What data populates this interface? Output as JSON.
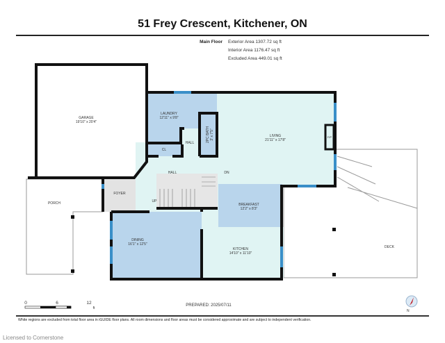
{
  "header": {
    "title": "51 Frey Crescent, Kitchener, ON",
    "floor_name": "Main Floor",
    "exterior_area": "Exterior Area 1307.72 sq ft",
    "interior_area": "Interior Area 1176.47 sq ft",
    "excluded_area": "Excluded Area 449.01 sq ft"
  },
  "rooms": {
    "garage": {
      "name": "GARAGE",
      "dims": "19'10\" x 20'4\""
    },
    "laundry": {
      "name": "LAUNDRY",
      "dims": "12'11\" x 9'8\""
    },
    "bath": {
      "name": "2PC BATH",
      "dims": "3' x 7'5\""
    },
    "hall_small": {
      "name": "HALL"
    },
    "closet": {
      "name": "CL"
    },
    "hall": {
      "name": "HALL"
    },
    "down": {
      "name": "DN"
    },
    "up": {
      "name": "UP"
    },
    "foyer": {
      "name": "FOYER"
    },
    "porch": {
      "name": "PORCH"
    },
    "living": {
      "name": "LIVING",
      "dims": "21'11\" x 17'8\""
    },
    "fireplace": {
      "name": "F/P"
    },
    "breakfast": {
      "name": "BREAKFAST",
      "dims": "12'2\" x 8'3\""
    },
    "dining": {
      "name": "DINING",
      "dims": "16'1\" x 12'5\""
    },
    "kitchen": {
      "name": "KITCHEN",
      "dims": "14'10\" x 11'10\""
    },
    "deck": {
      "name": "DECK"
    }
  },
  "colors": {
    "wall": "#111111",
    "room_blue": "#b9d5ec",
    "room_cyan": "#e0f4f3",
    "foyer_gray": "#e3e3e3",
    "window": "#3a8fc8",
    "compass_needle": "#c0202a"
  },
  "scale_bar": {
    "labels": [
      "0",
      "6",
      "12"
    ],
    "unit": "ft"
  },
  "footer": {
    "prepared": "PREPARED: 2025/07/11",
    "compass_label": "N",
    "disclaimer": "White regions are excluded from total floor area in iGUIDE floor plans. All room dimensions and floor areas must be considered approximate and are subject to independent verification.",
    "licensed": "Licensed to Cornerstone"
  }
}
